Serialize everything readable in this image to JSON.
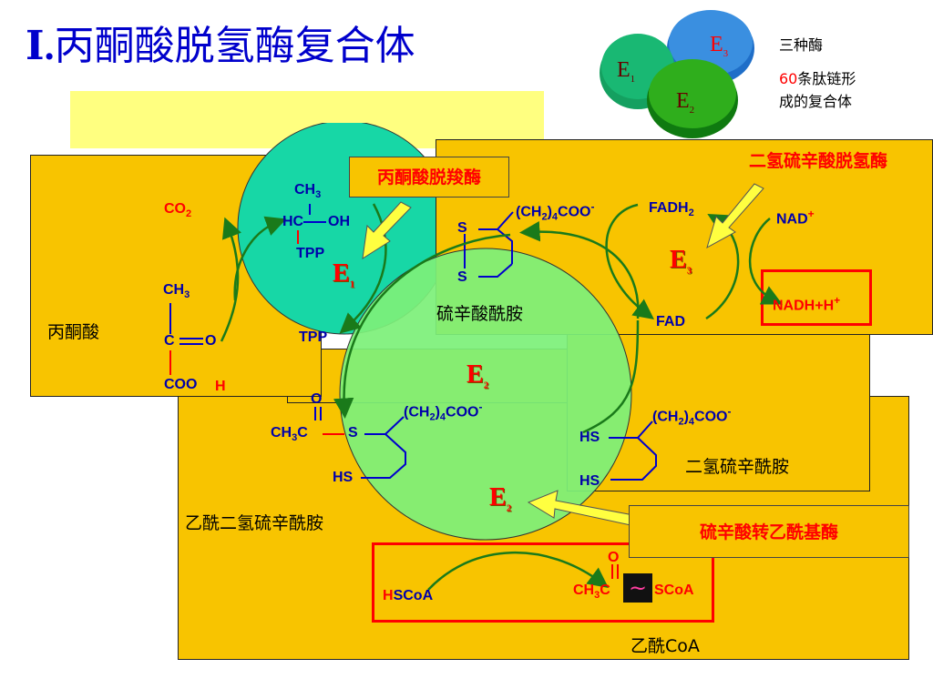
{
  "title": {
    "prefix": "Ⅰ.",
    "text": "丙酮酸脱氢酶复合体"
  },
  "legend": {
    "e1": "E1",
    "e2": "E2",
    "e3": "E3",
    "line1": "三种酶",
    "line2_num": "60",
    "line2_text": "条肽链形",
    "line3": "成的复合体"
  },
  "enzymes": {
    "pdc": "丙酮酸脱羧酶",
    "dld": "二氢硫辛酸脱氢酶",
    "tac": "硫辛酸转乙酰基酶"
  },
  "compounds": {
    "pyruvate": "丙酮酸",
    "lipoamide": "硫辛酸酰胺",
    "dihydrolipoamide": "二氢硫辛酰胺",
    "acetyl_dihydrolipoamide": "乙酰二氢硫辛酰胺",
    "acetylcoa": "乙酰CoA"
  },
  "chem": {
    "co2": "CO2",
    "ch3": "CH3",
    "hc": "HC",
    "oh": "OH",
    "tpp": "TPP",
    "c": "C",
    "o": "O",
    "coo": "COO",
    "h": "H",
    "s": "S",
    "hs": "HS",
    "side_chain": "(CH2)4COO-",
    "fadh2": "FADH2",
    "fad": "FAD",
    "nad": "NAD+",
    "nadh": "NADH+H+",
    "hscoa": "HSCoA",
    "ch3c": "CH3C",
    "tilde": "~",
    "scoa": "SCoA"
  },
  "enzyme_marks": {
    "e1": "E1",
    "e2": "E2",
    "e3": "E3"
  }
}
